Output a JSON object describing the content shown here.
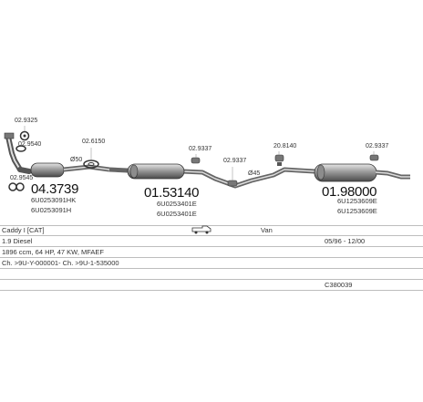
{
  "parts": {
    "clamp_top": "02.9325",
    "clamp_mid": "02.9540",
    "clamp_low": "02.9545",
    "front_pipe_no": "04.3739",
    "front_pipe_oem1": "6U0253091HK",
    "front_pipe_oem2": "6U0253091H",
    "gasket_no": "02.6150",
    "diameter_50": "Ø50",
    "mid_hanger": "02.9337",
    "mid_clamp": "02.9337",
    "middle_box_no": "01.53140",
    "middle_box_oem1": "6U0253401E",
    "middle_box_oem2": "6U0253401E",
    "diameter_45": "Ø45",
    "rear_hanger_left": "20.8140",
    "rear_hanger_right": "02.9337",
    "rear_box_no": "01.98000",
    "rear_box_oem1": "6U1253609E",
    "rear_box_oem2": "6U1253609E"
  },
  "info": {
    "vehicle": "Caddy I [CAT]",
    "body_type": "Van",
    "engine": "1.9 Diesel",
    "date_range": "05/96 - 12/00",
    "spec": "1896 ccm, 64 HP, 47 KW, MFAEF",
    "chassis": "Ch. >9U-Y-000001- Ch. >9U-1-535000",
    "code": "C380039"
  }
}
